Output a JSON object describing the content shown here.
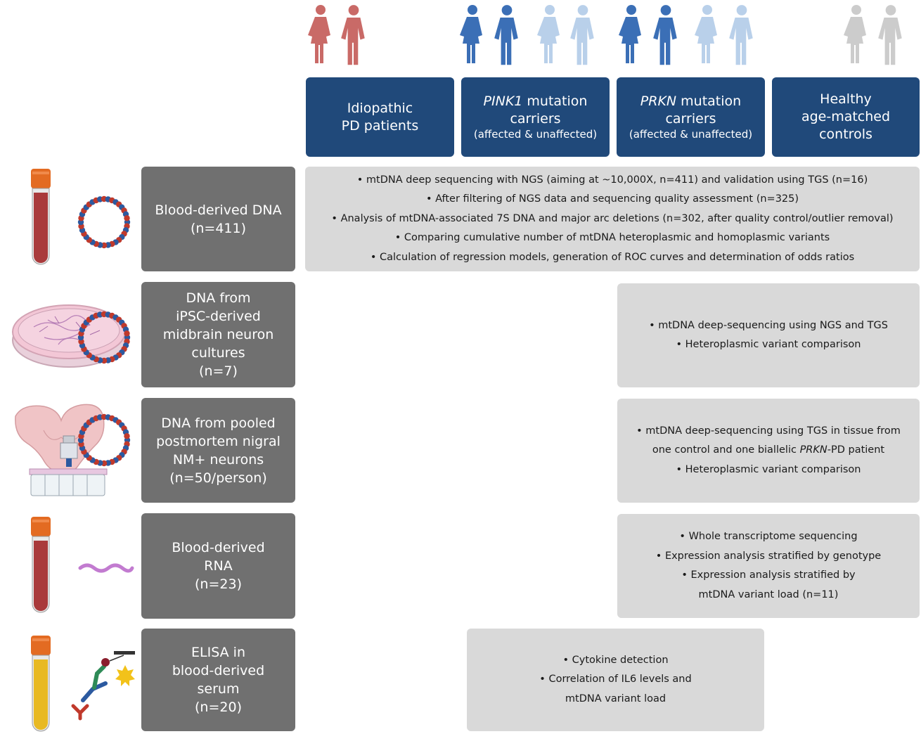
{
  "groups": [
    {
      "line1": "Idiopathic",
      "line2": "PD patients",
      "sub": "",
      "color": "#c96a67"
    },
    {
      "gene": "PINK1",
      "line1": " mutation",
      "line2": "carriers",
      "sub": "(affected & unaffected)",
      "color": "#3b6fb6",
      "color_light": "#b9d0ea"
    },
    {
      "gene": "PRKN",
      "line1": " mutation",
      "line2": "carriers",
      "sub": "(affected & unaffected)",
      "color": "#3b6fb6",
      "color_light": "#b9d0ea"
    },
    {
      "line1": "Healthy",
      "line2": "age-matched",
      "line3": "controls",
      "color": "#cccccc"
    }
  ],
  "rows": [
    {
      "label": [
        "Blood-derived DNA",
        "(n=411)"
      ],
      "icon": "blood-tube-icon",
      "items": [
        "• mtDNA deep sequencing with NGS (aiming at ~10,000X, n=411) and validation using TGS (n=16)",
        "• After filtering of NGS data and sequencing quality assessment (n=325)",
        "• Analysis of mtDNA-associated 7S DNA and major arc deletions (n=302, after quality control/outlier removal)",
        "• Comparing cumulative number of mtDNA heteroplasmic and homoplasmic variants",
        "• Calculation of regression models, generation of ROC curves and determination of odds ratios"
      ]
    },
    {
      "label": [
        "DNA from",
        "iPSC-derived",
        "midbrain neuron",
        "cultures",
        "(n=7)"
      ],
      "icon": "petri-dish-icon",
      "items": [
        "• mtDNA deep-sequencing using NGS and TGS",
        "• Heteroplasmic variant comparison"
      ]
    },
    {
      "label": [
        "DNA from pooled",
        "postmortem nigral",
        "NM+ neurons",
        "(n=50/person)"
      ],
      "icon": "brain-section-icon",
      "items_pre": "• mtDNA deep-sequencing using TGS in tissue from",
      "items_mid_a": "one control and one biallelic ",
      "items_mid_gene": "PRKN",
      "items_mid_b": "-PD patient",
      "items_post": "• Heteroplasmic variant comparison"
    },
    {
      "label": [
        "Blood-derived",
        "RNA",
        "(n=23)"
      ],
      "icon": "blood-tube-icon",
      "items": [
        "• Whole transcriptome sequencing",
        "• Expression analysis stratified by genotype",
        "• Expression analysis stratified by",
        "mtDNA variant load (n=11)"
      ]
    },
    {
      "label": [
        "ELISA in",
        "blood-derived",
        "serum",
        "(n=20)"
      ],
      "icon": "serum-tube-icon",
      "items": [
        "• Cytokine detection",
        "• Correlation of IL6 levels and",
        "mtDNA variant load"
      ]
    }
  ],
  "colors": {
    "header": "#20497a",
    "label": "#707070",
    "desc": "#d9d9d9",
    "blood": "#a93a3b",
    "serum": "#e8b923",
    "cap": "#e36b22",
    "plasmid_red": "#c0392b",
    "plasmid_blue": "#2c5aa0"
  }
}
